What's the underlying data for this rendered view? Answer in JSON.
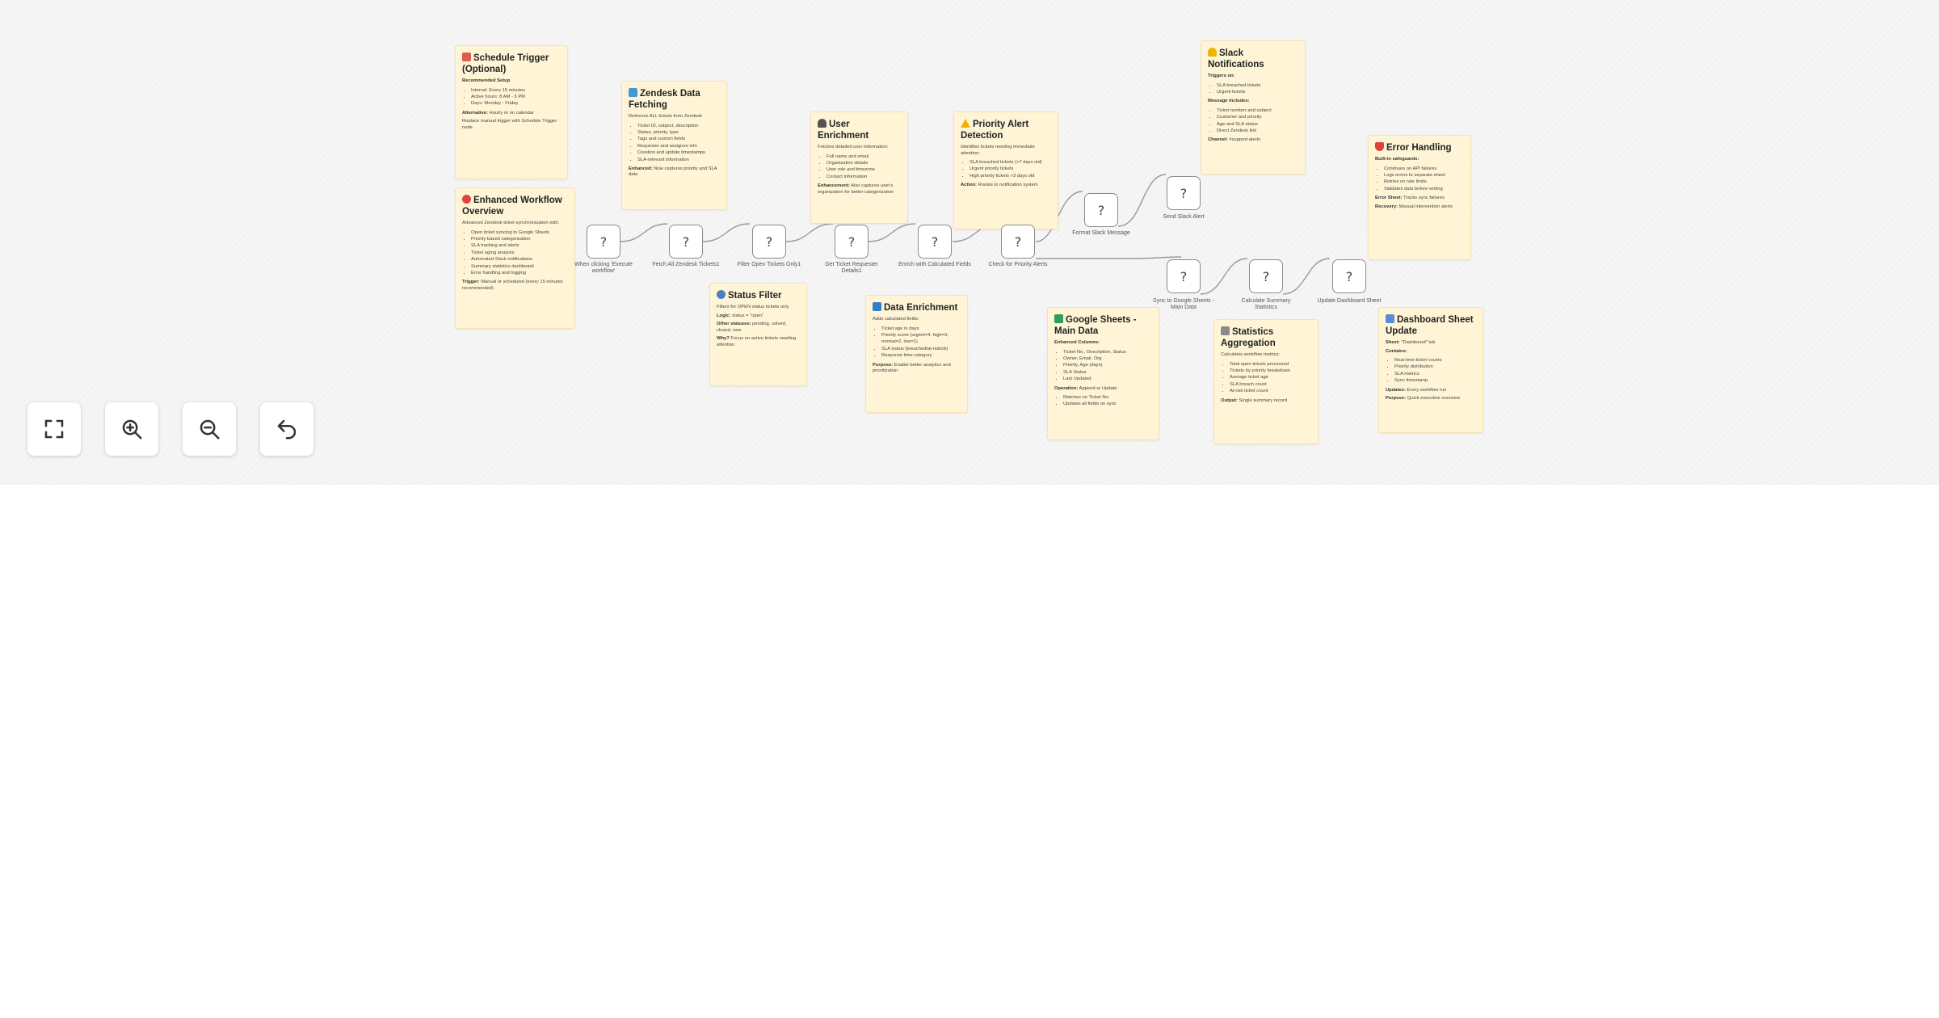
{
  "colors": {
    "sticky_bg": "#fff5d6",
    "node_border": "#8b8b8b",
    "canvas_bg": "#f5f5f5",
    "edge": "#9a9a9a"
  },
  "stickies": {
    "schedule": {
      "icon": "calendar-icon",
      "title": "Schedule Trigger (Optional)",
      "p1_label": "Recommended Setup",
      "items": [
        "Interval: Every 15 minutes",
        "Active hours: 8 AM - 6 PM",
        "Days: Monday - Friday"
      ],
      "p2_label": "Alternative:",
      "p2_text": " Hourly or on calendar",
      "p3_text": "Replace manual trigger with Schedule Trigger node"
    },
    "overview": {
      "icon": "target-icon",
      "title": "Enhanced Workflow Overview",
      "p1_text": "Advanced Zendesk ticket synchronization with:",
      "items": [
        "Open ticket syncing to Google Sheets",
        "Priority-based categorization",
        "SLA tracking and alerts",
        "Ticket aging analysis",
        "Automated Slack notifications",
        "Summary statistics dashboard",
        "Error handling and logging"
      ],
      "p2_label": "Trigger:",
      "p2_text": " Manual or scheduled (every 15 minutes recommended)"
    },
    "zendesk": {
      "icon": "inbox-icon",
      "title": "Zendesk Data Fetching",
      "p1_text": "Retrieves ALL tickets from Zendesk",
      "items": [
        "Ticket ID, subject, description",
        "Status, priority, type",
        "Tags and custom fields",
        "Requester and assignee info",
        "Creation and update timestamps",
        "SLA-relevant information"
      ],
      "p2_label": "Enhanced:",
      "p2_text": " Now captures priority and SLA data"
    },
    "status": {
      "icon": "search-icon",
      "title": "Status Filter",
      "p1_text": "Filters for OPEN status tickets only",
      "p2_label": "Logic:",
      "p2_text": " status = \"open\"",
      "p3_label": "Other statuses:",
      "p3_text": " pending, solved, closed, new",
      "p4_label": "Why?",
      "p4_text": " Focus on active tickets needing attention"
    },
    "user": {
      "icon": "user-icon",
      "title": "User Enrichment",
      "p1_text": "Fetches detailed user information:",
      "items": [
        "Full name and email",
        "Organization details",
        "User role and timezone",
        "Contact information"
      ],
      "p2_label": "Enhancement:",
      "p2_text": " Also captures user's organization for better categorization"
    },
    "data": {
      "icon": "chart-icon",
      "title": "Data Enrichment",
      "p1_text": "Adds calculated fields:",
      "items": [
        "Ticket age in days",
        "Priority score (urgent=4, high=3, normal=2, low=1)",
        "SLA status (breached/at-risk/ok)",
        "Response time category"
      ],
      "p2_label": "Purpose:",
      "p2_text": " Enable better analytics and prioritization"
    },
    "priority": {
      "icon": "warning-icon",
      "title": "Priority Alert Detection",
      "p1_text": "Identifies tickets needing immediate attention:",
      "items": [
        "SLA breached tickets (>7 days old)",
        "Urgent priority tickets",
        "High priority tickets >3 days old"
      ],
      "p2_label": "Action:",
      "p2_text": " Routes to notification system"
    },
    "slack": {
      "icon": "bell-icon",
      "title": "Slack Notifications",
      "p1_label": "Triggers on:",
      "items1": [
        "SLA breached tickets",
        "Urgent tickets"
      ],
      "p2_label": "Message includes:",
      "items2": [
        "Ticket number and subject",
        "Customer and priority",
        "Age and SLA status",
        "Direct Zendesk link"
      ],
      "p3_label": "Channel:",
      "p3_text": " #support-alerts"
    },
    "error": {
      "icon": "shield-icon",
      "title": "Error Handling",
      "p1_label": "Built-in safeguards:",
      "items": [
        "Continues on API failures",
        "Logs errors to separate sheet",
        "Retries on rate limits",
        "Validates data before writing"
      ],
      "p2_label": "Error Sheet:",
      "p2_text": " Tracks sync failures",
      "p3_label": "Recovery:",
      "p3_text": " Manual intervention alerts"
    },
    "sheets": {
      "icon": "sheet-icon",
      "title": "Google Sheets - Main Data",
      "p1_label": "Enhanced Columns:",
      "items1": [
        "Ticket No., Description, Status",
        "Owner, Email, Org",
        "Priority, Age (days)",
        "SLA Status",
        "Last Updated"
      ],
      "p2_label": "Operation:",
      "p2_text": " Append or Update",
      "items2": [
        "Matches on Ticket No.",
        "Updates all fields on sync"
      ]
    },
    "stats": {
      "icon": "table-icon",
      "title": "Statistics Aggregation",
      "p1_text": "Calculates workflow metrics:",
      "items": [
        "Total open tickets processed",
        "Tickets by priority breakdown",
        "Average ticket age",
        "SLA breach count",
        "At-risk ticket count"
      ],
      "p2_label": "Output:",
      "p2_text": " Single summary record"
    },
    "dashboard": {
      "icon": "dashboard-icon",
      "title": "Dashboard Sheet Update",
      "p1_label": "Sheet:",
      "p1_text": " \"Dashboard\" tab",
      "p2_label": "Contains:",
      "items": [
        "Real-time ticket counts",
        "Priority distribution",
        "SLA metrics",
        "Sync timestamp"
      ],
      "p3_label": "Updates:",
      "p3_text": " Every workflow run",
      "p4_label": "Purpose:",
      "p4_text": " Quick executive overview"
    }
  },
  "nodes": {
    "n1": {
      "glyph": "?",
      "label": "When clicking 'Execute workflow'"
    },
    "n2": {
      "glyph": "?",
      "label": "Fetch All Zendesk Tickets1"
    },
    "n3": {
      "glyph": "?",
      "label": "Filter Open Tickets Only1"
    },
    "n4": {
      "glyph": "?",
      "label": "Get Ticket Requester Details1"
    },
    "n5": {
      "glyph": "?",
      "label": "Enrich with Calculated Fields"
    },
    "n6": {
      "glyph": "?",
      "label": "Check for Priority Alerts"
    },
    "n7": {
      "glyph": "?",
      "label": "Format Slack Message"
    },
    "n8": {
      "glyph": "?",
      "label": "Send Slack Alert"
    },
    "n9": {
      "glyph": "?",
      "label": "Sync to Google Sheets - Main Data"
    },
    "n10": {
      "glyph": "?",
      "label": "Calculate Summary Statistics"
    },
    "n11": {
      "glyph": "?",
      "label": "Update Dashboard Sheet"
    }
  },
  "controls": [
    "fullscreen-icon",
    "zoom-in-icon",
    "zoom-out-icon",
    "undo-icon"
  ]
}
